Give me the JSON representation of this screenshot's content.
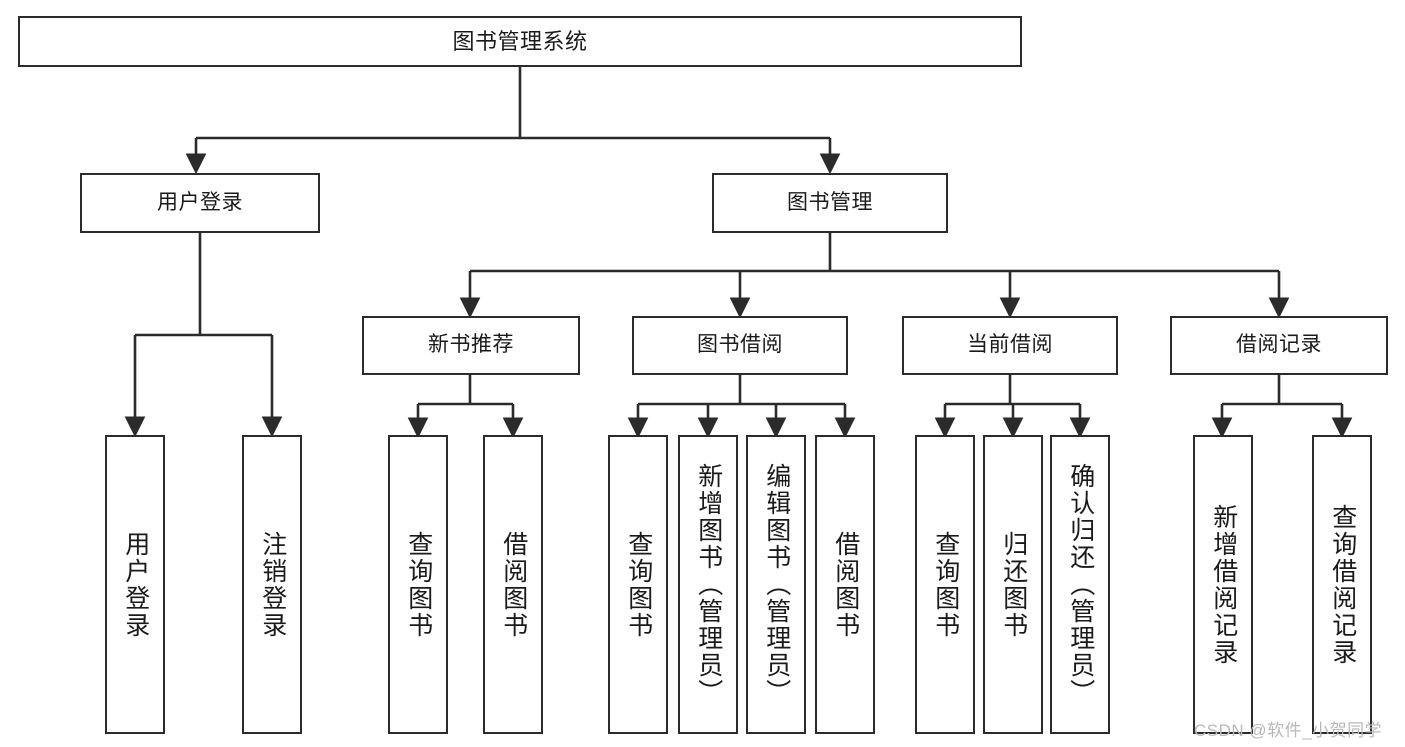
{
  "diagram": {
    "title": "图书管理系统",
    "type": "tree",
    "background": "#ffffff",
    "line_color": "#2b2b2b",
    "box_fill": "#ffffff",
    "text_color": "#1a1a1a"
  },
  "nodes": {
    "root": {
      "label": "图书管理系统"
    },
    "level1": [
      {
        "id": "user-login",
        "label": "用户登录"
      },
      {
        "id": "book-manage",
        "label": "图书管理"
      }
    ],
    "level2": [
      {
        "id": "new-book-recommend",
        "label": "新书推荐"
      },
      {
        "id": "book-borrow",
        "label": "图书借阅"
      },
      {
        "id": "current-borrow",
        "label": "当前借阅"
      },
      {
        "id": "borrow-record",
        "label": "借阅记录"
      }
    ],
    "leaves": {
      "user_login": [
        {
          "id": "leaf-user-login",
          "label": "用户登录"
        },
        {
          "id": "leaf-logout-login",
          "label": "注销登录"
        }
      ],
      "new_book_recommend": [
        {
          "id": "leaf-query-book-1",
          "label": "查询图书"
        },
        {
          "id": "leaf-borrow-book-1",
          "label": "借阅图书"
        }
      ],
      "book_borrow": [
        {
          "id": "leaf-query-book-2",
          "label": "查询图书"
        },
        {
          "id": "leaf-add-book",
          "label": "新增图书（管理员）"
        },
        {
          "id": "leaf-edit-book",
          "label": "编辑图书（管理员）"
        },
        {
          "id": "leaf-borrow-book-2",
          "label": "借阅图书"
        }
      ],
      "current_borrow": [
        {
          "id": "leaf-query-book-3",
          "label": "查询图书"
        },
        {
          "id": "leaf-return-book",
          "label": "归还图书"
        },
        {
          "id": "leaf-confirm-return",
          "label": "确认归还（管理员）"
        }
      ],
      "borrow_record": [
        {
          "id": "leaf-add-record",
          "label": "新增借阅记录"
        },
        {
          "id": "leaf-query-record",
          "label": "查询借阅记录"
        }
      ]
    }
  },
  "watermark": {
    "text": "CSDN @软件_小贺同学"
  }
}
